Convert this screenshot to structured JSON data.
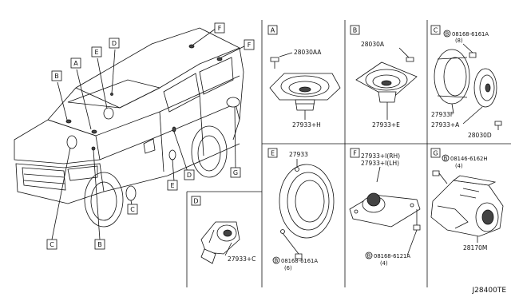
{
  "diagram_id": "J28400TE",
  "vehicle_callouts": [
    "A",
    "B",
    "C",
    "D",
    "E",
    "F",
    "G"
  ],
  "panels": {
    "A": {
      "letter": "A",
      "screw": "28030AA",
      "part": "27933+H"
    },
    "B": {
      "letter": "B",
      "screw": "28030A",
      "part": "27933+E"
    },
    "C": {
      "letter": "C",
      "bolt_code": "08168-6161A",
      "bolt_qty": "(8)",
      "part_f": "27933F",
      "part_a": "27933+A",
      "screw": "28030D"
    },
    "D": {
      "letter": "D",
      "part": "27933+C"
    },
    "E": {
      "letter": "E",
      "part": "27933",
      "bolt_code": "08168-6161A",
      "bolt_qty": "(6)"
    },
    "F": {
      "letter": "F",
      "part_rh": "27933+I(RH)",
      "part_lh": "27933+I(LH)",
      "bolt_code": "08168-6121A",
      "bolt_qty": "(4)"
    },
    "G": {
      "letter": "G",
      "bolt_code": "08146-6162H",
      "bolt_qty": "(4)",
      "part": "28170M"
    }
  },
  "bolt_prefix": "B",
  "colors": {
    "line": "#111111",
    "background": "#ffffff"
  }
}
